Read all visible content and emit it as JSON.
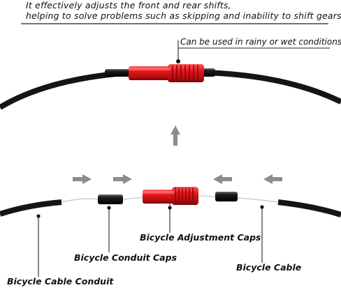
{
  "header": {
    "line1": "It effectively adjusts the front and rear shifts,",
    "line2": "helping to solve problems such as skipping and inability to shift gears."
  },
  "note": "Can be used in rainy or wet conditions",
  "labels": {
    "adjustment_caps": "Bicycle Adjustment Caps",
    "conduit_caps": "Bicycle Conduit Caps",
    "cable": "Bicycle Cable",
    "cable_conduit": "Bicycle Cable Conduit"
  },
  "colors": {
    "accent_red": "#e0141a",
    "cable_black": "#151515",
    "arrow_gray": "#8c8c8c"
  }
}
